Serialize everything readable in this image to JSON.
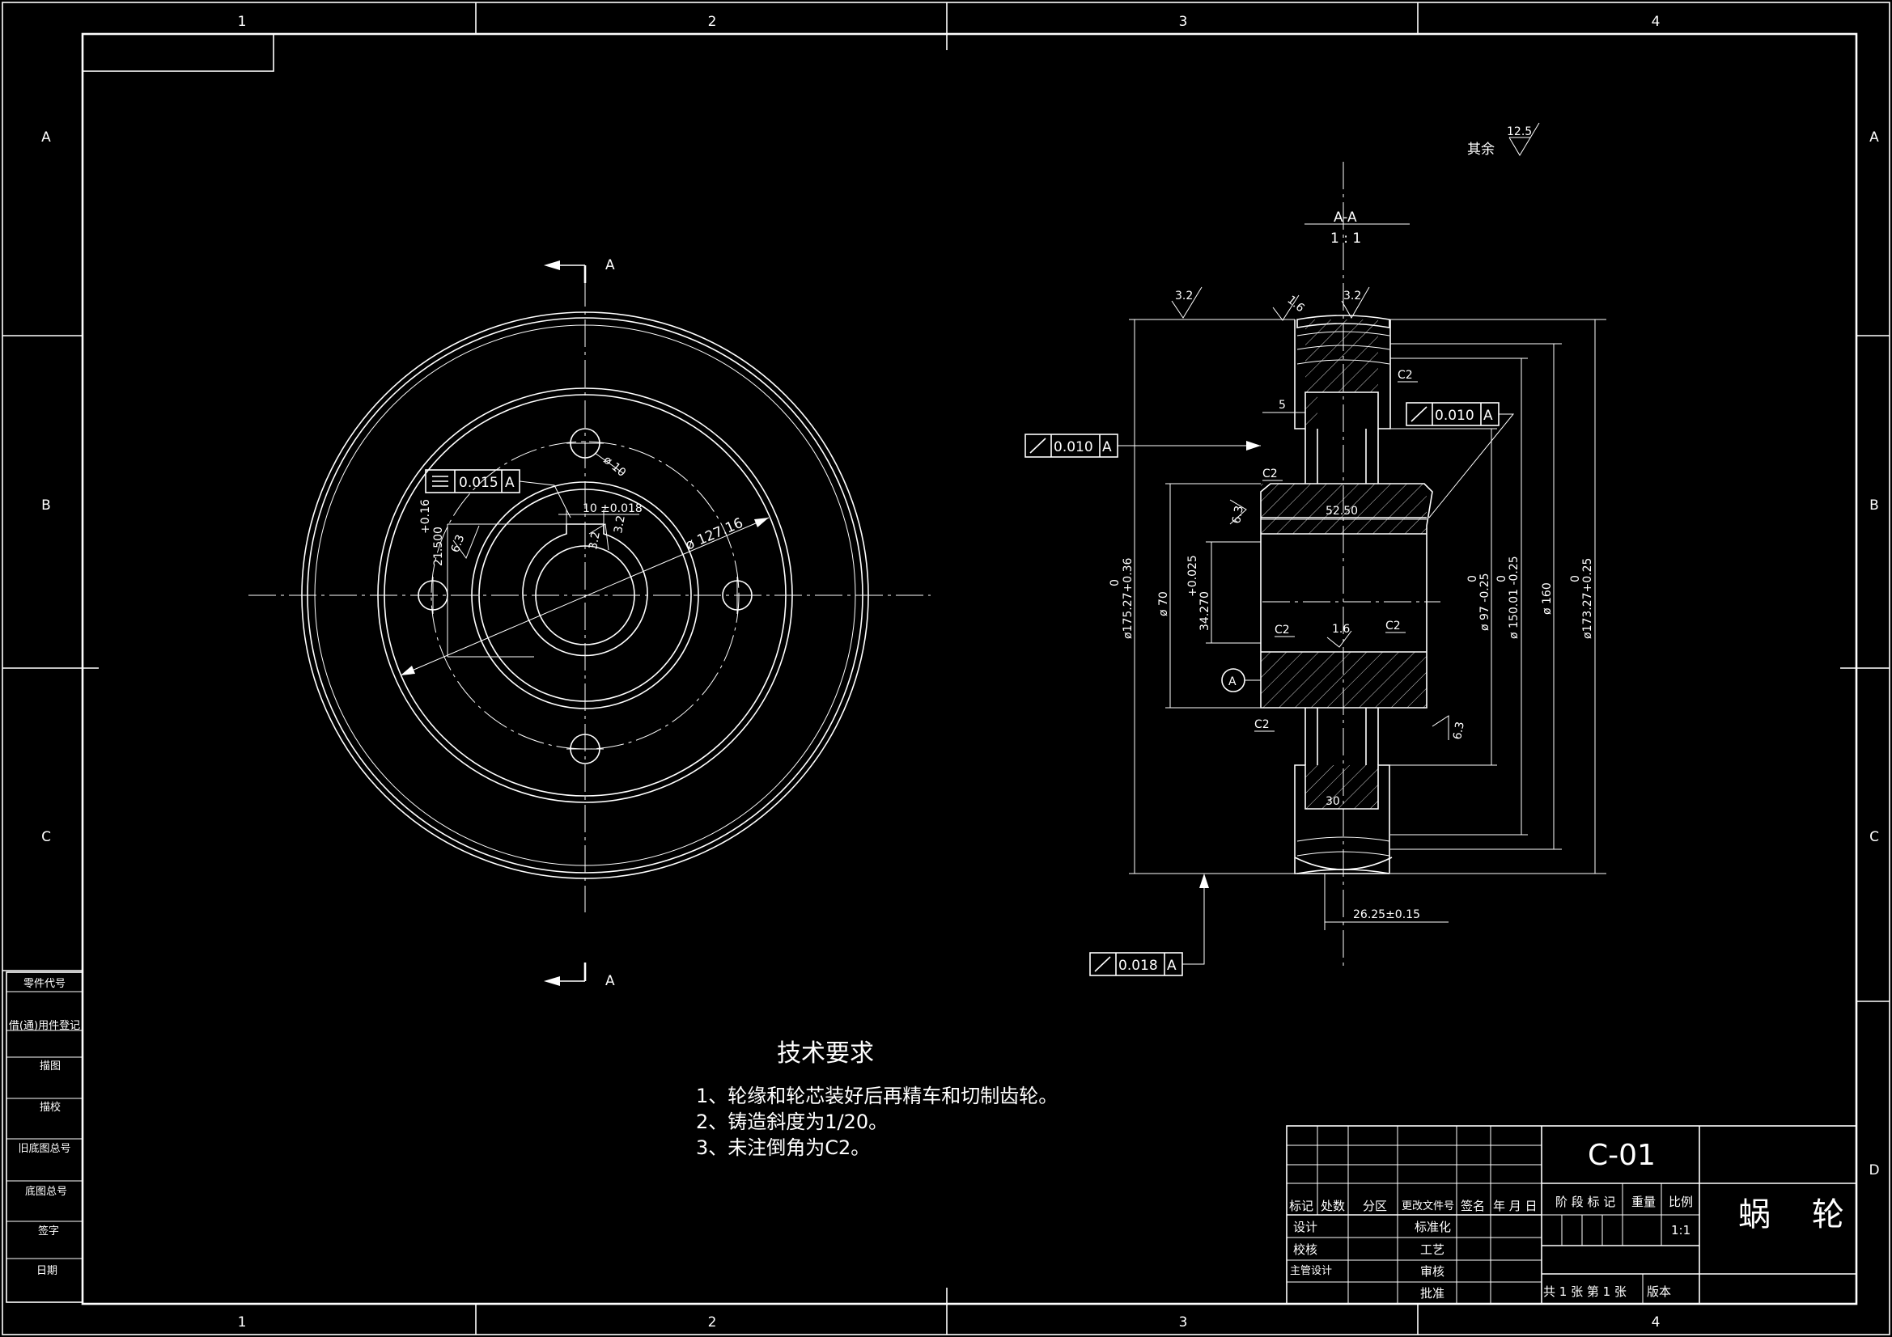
{
  "zones": {
    "columns": [
      "1",
      "2",
      "3",
      "4"
    ],
    "rows_left": [
      "A",
      "B",
      "C"
    ],
    "rows_right": [
      "A",
      "B",
      "C",
      "D"
    ]
  },
  "side_table": [
    "零件代号",
    "借(通)用件登记",
    "描图",
    "描校",
    "旧底图总号",
    "底图总号",
    "签字",
    "日期"
  ],
  "section_marks": {
    "cut_letter": "A",
    "section_title": "A-A",
    "section_scale": "1 : 1"
  },
  "roughness": {
    "other_label": "其余",
    "other_value": "12.5",
    "r32": "3.2",
    "r16": "1.6",
    "r63": "6.3"
  },
  "front_view": {
    "hole_dia": "ø 10",
    "key_width": "10",
    "key_tol": "±0.018",
    "key_depth": "21.50",
    "key_depth_tol_up": "+0.16",
    "key_depth_tol_low": "0",
    "pcd": "ø 127.16",
    "symmetry_tol": "0.015",
    "datum": "A"
  },
  "section_view": {
    "runout_1": "0.010",
    "runout_2": "0.010",
    "runout_3": "0.018",
    "datum": "A",
    "chamfer": "C2",
    "dim_5": "5",
    "hub_len": "52.50",
    "rim_width": "30",
    "offset": "26.25±0.15",
    "d_outer": "ø175.27+0.36",
    "d_outer_low": "0",
    "d_hub": "ø 70",
    "d_bore": "34.27",
    "d_bore_tol_up": "+0.025",
    "d_bore_tol_low": "0",
    "d_97": "ø 97 -0.25",
    "d_97_up": "0",
    "d_150": "ø 150.01 -0.25",
    "d_150_up": "0",
    "d_160": "ø 160",
    "d_173": "ø173.27+0.25",
    "d_173_low": "0"
  },
  "requirements": {
    "title": "技术要求",
    "items": [
      "1、轮缘和轮芯装好后再精车和切制齿轮。",
      "2、铸造斜度为1/20。",
      "3、未注倒角为C2。"
    ]
  },
  "title_block": {
    "drawing_no": "C-01",
    "part_name": "蜗    轮",
    "hdr_mark": "标记",
    "hdr_count": "处数",
    "hdr_zone": "分区",
    "hdr_doc": "更改文件号",
    "hdr_sign": "签名",
    "hdr_date": "年 月 日",
    "role_design": "设计",
    "role_check": "校核",
    "role_chief": "主管设计",
    "role_std": "标准化",
    "role_process": "工艺",
    "role_review": "审核",
    "role_approve": "批准",
    "stage_label": "阶 段 标 记",
    "weight_label": "重量",
    "scale_label": "比例",
    "scale_value": "1:1",
    "sheets": "共 1 张  第 1 张",
    "version": "版本"
  }
}
